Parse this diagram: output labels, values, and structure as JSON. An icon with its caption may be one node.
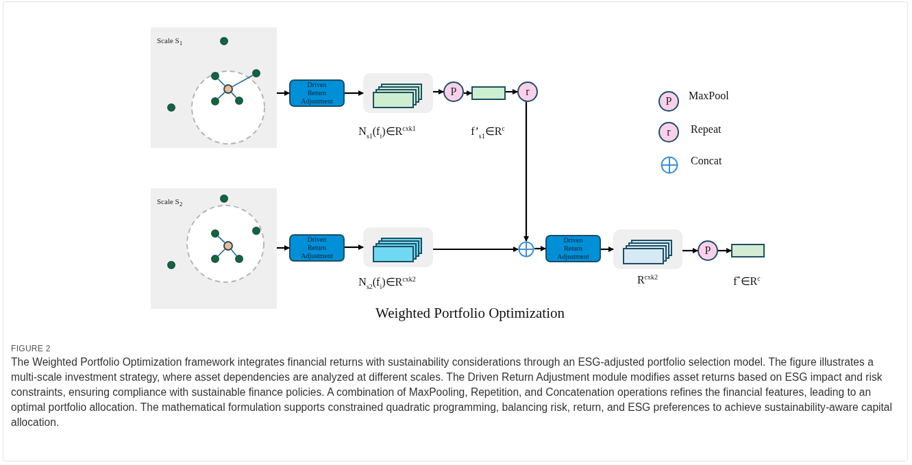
{
  "diagram": {
    "title": "Weighted Portfolio Optimization",
    "caption": "The Weighted Portfolio Optimization framework integrates financial returns with sustainability considerations through an ESG-adjusted portfolio selection model. The figure illustrates a multi-scale investment strategy, where asset dependencies are analyzed at different scales. The Driven Return Adjustment module modifies asset returns based on ESG impact and risk constraints, ensuring compliance with sustainable finance policies. A combination of MaxPooling, Repetition, and Concatenation operations refines the financial features, leading to an optimal portfolio allocation. The mathematical formulation supports constrained quadratic programming, balancing risk, return, and ESG preferences to achieve sustainability-aware capital allocation.",
    "nodes": [
      {
        "text": [
          "Scale S$_{1}$"
        ]
      },
      {
        "text": [],
        "shape": "circle",
        "in": 0
      },
      {
        "text": [],
        "shape": "circle",
        "in": 0
      },
      {
        "text": [],
        "shape": "circle",
        "in": 0
      },
      {
        "text": [],
        "shape": "circle",
        "in": 0
      },
      {
        "text": [],
        "shape": "circle",
        "in": 0
      },
      {
        "text": [],
        "shape": "circle",
        "in": 0
      },
      {
        "text": [],
        "shape": "circle",
        "in": 0
      },
      {
        "text": [
          "Driven Return Adjustment"
        ]
      },
      {
        "text": [],
        "shape": "box",
        "beside": [
          "N$_{s1}$(f$_{i}$)∈R$^{cxk1}$"
        ]
      },
      {
        "text": [
          "P"
        ]
      },
      {
        "text": [],
        "shape": "box",
        "beside": [
          "f’$_{s1}$∈R$^{c}$"
        ]
      },
      {
        "text": [
          "r"
        ]
      },
      {
        "text": [
          "P"
        ],
        "beside": [
          "MaxPool"
        ]
      },
      {
        "text": [
          "r"
        ],
        "beside": [
          "Repeat"
        ]
      },
      {
        "text": [],
        "shape": "circle",
        "beside": [
          "Concat"
        ]
      },
      {
        "text": [
          "Scale S$_{2}$"
        ]
      },
      {
        "text": [],
        "shape": "circle",
        "in": 16
      },
      {
        "text": [],
        "shape": "circle",
        "in": 16
      },
      {
        "text": [],
        "shape": "circle",
        "in": 16
      },
      {
        "text": [],
        "shape": "circle",
        "in": 16
      },
      {
        "text": [],
        "shape": "circle",
        "in": 16
      },
      {
        "text": [],
        "shape": "circle",
        "in": 16
      },
      {
        "text": [],
        "shape": "circle",
        "in": 16
      },
      {
        "text": [
          "Driven Return Adjustment"
        ]
      },
      {
        "text": [],
        "shape": "box",
        "beside": [
          "N$_{s2}$(f$_{i}$)∈R$^{cxk2}$"
        ]
      },
      {
        "text": [],
        "shape": "circle"
      },
      {
        "text": [
          "Driven Return Adjustment"
        ]
      },
      {
        "text": [],
        "shape": "box",
        "beside": [
          "R$^{cxk2}$"
        ]
      },
      {
        "text": [
          "P"
        ]
      },
      {
        "text": [],
        "shape": "box",
        "beside": [
          "f$^{*}$∈R$^{c}$"
        ]
      }
    ],
    "edges": [
      {
        "from": 0,
        "to": 8,
        "arrow": "to"
      },
      {
        "from": 8,
        "to": 9,
        "arrow": "to"
      },
      {
        "from": 9,
        "to": 10,
        "arrow": "to"
      },
      {
        "from": 10,
        "to": 11,
        "arrow": "to"
      },
      {
        "from": 11,
        "to": 12,
        "arrow": "to"
      },
      {
        "from": 12,
        "to": 26,
        "arrow": "to"
      },
      {
        "from": 16,
        "to": 24,
        "arrow": "to"
      },
      {
        "from": 24,
        "to": 25,
        "arrow": "to"
      },
      {
        "from": 25,
        "to": 26,
        "arrow": "to"
      },
      {
        "from": 26,
        "to": 27,
        "arrow": "to"
      },
      {
        "from": 27,
        "to": 28,
        "arrow": "to"
      },
      {
        "from": 28,
        "to": 29,
        "arrow": "to"
      },
      {
        "from": 29,
        "to": 30,
        "arrow": "to"
      },
      {
        "from": 5,
        "to": 3,
        "arrow": "none",
        "color": "#1d6a8a"
      },
      {
        "from": 5,
        "to": 4,
        "arrow": "none",
        "color": "#1d6a8a"
      },
      {
        "from": 5,
        "to": 6,
        "arrow": "none",
        "color": "#1d6a8a"
      },
      {
        "from": 5,
        "to": 7,
        "arrow": "none",
        "color": "#1d6a8a"
      },
      {
        "from": 21,
        "to": 19,
        "arrow": "none",
        "color": "#1d6a8a"
      },
      {
        "from": 21,
        "to": 22,
        "arrow": "none",
        "color": "#1d6a8a"
      },
      {
        "from": 21,
        "to": 23,
        "arrow": "none",
        "color": "#1d6a8a"
      }
    ],
    "labels": [
      "FIGURE 2"
    ]
  }
}
